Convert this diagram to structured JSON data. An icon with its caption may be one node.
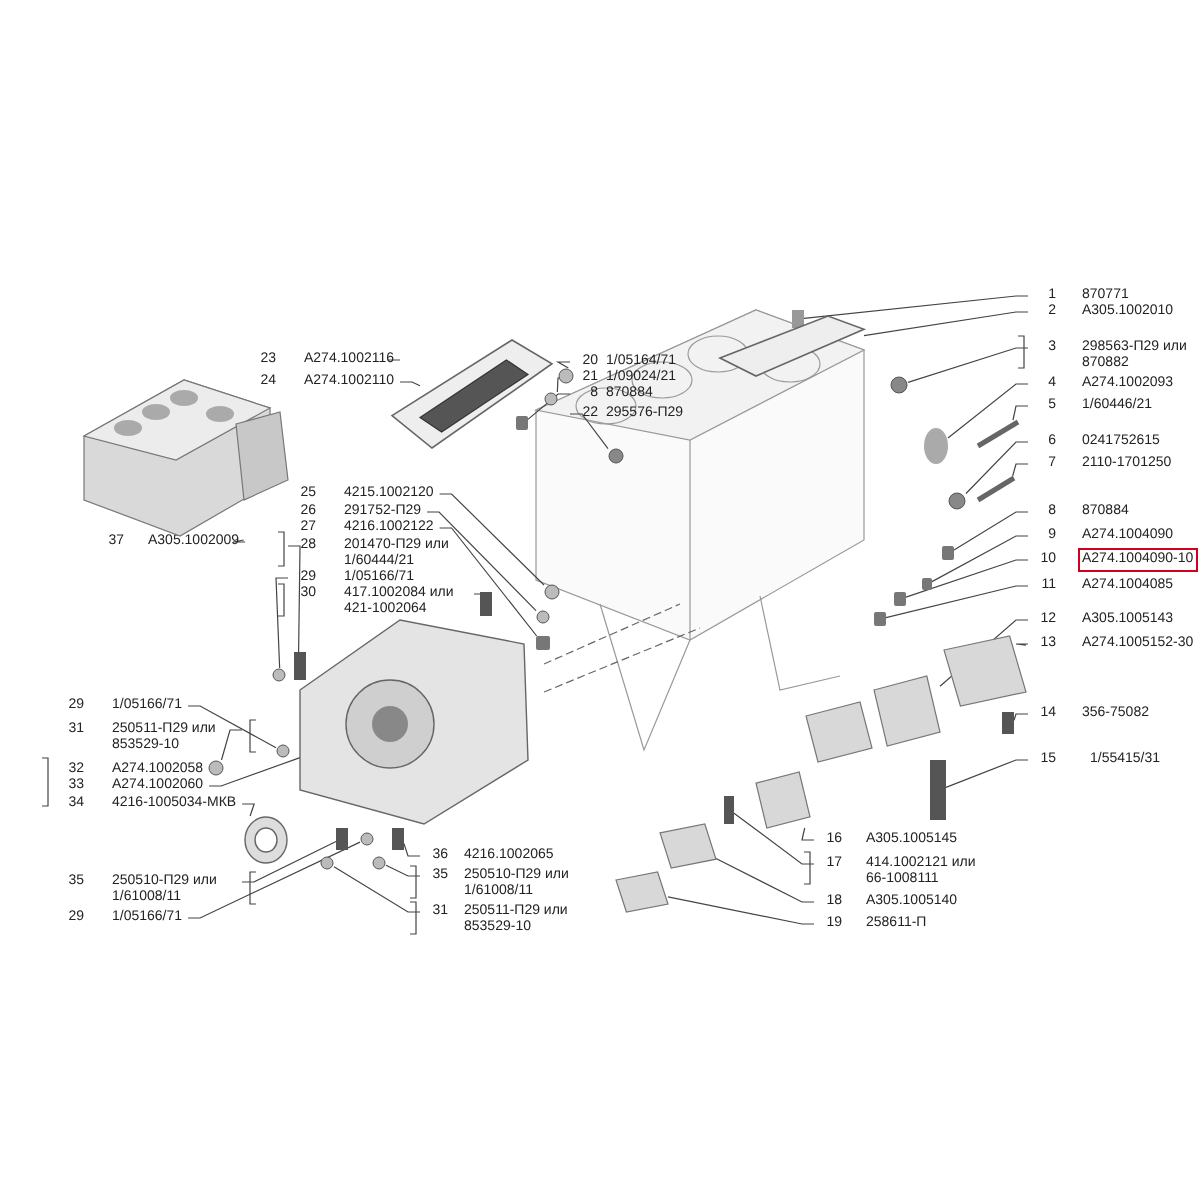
{
  "diagram": {
    "nodes": [
      {
        "text": [
          "1",
          "870771"
        ]
      },
      {
        "text": [
          "2",
          "A305.1002010"
        ]
      },
      {
        "text": [
          "3",
          "298563-П29 или 870882"
        ]
      },
      {
        "text": [
          "4",
          "A274.1002093"
        ]
      },
      {
        "text": [
          "5",
          "1/60446/21"
        ]
      },
      {
        "text": [
          "6",
          "0241752615"
        ]
      },
      {
        "text": [
          "7",
          "2110-1701250"
        ]
      },
      {
        "text": [
          "8",
          "870884"
        ]
      },
      {
        "text": [
          "9",
          "A274.1004090"
        ]
      },
      {
        "text": [
          "10",
          "A274.1004090-10"
        ]
      },
      {
        "text": [
          "11",
          "A274.1004085"
        ]
      },
      {
        "text": [
          "12",
          "A305.1005143"
        ]
      },
      {
        "text": [
          "13",
          "A274.1005152-30"
        ]
      },
      {
        "text": [
          "14",
          "356-75082"
        ]
      },
      {
        "text": [
          "15",
          "1/55415/31"
        ]
      },
      {
        "text": [
          "16",
          "A305.1005145"
        ]
      },
      {
        "text": [
          "17",
          "414.1002121 или 66-1008111"
        ]
      },
      {
        "text": [
          "18",
          "A305.1005140"
        ]
      },
      {
        "text": [
          "19",
          "258611-П"
        ]
      },
      {
        "text": [
          "20",
          "1/05164/71"
        ]
      },
      {
        "text": [
          "21",
          "1/09024/21"
        ]
      },
      {
        "text": [
          "8",
          "870884"
        ]
      },
      {
        "text": [
          "22",
          "295576-П29"
        ]
      },
      {
        "text": [
          "23",
          "A274.1002116"
        ]
      },
      {
        "text": [
          "24",
          "A274.1002110"
        ]
      },
      {
        "text": [
          "25",
          "4215.1002120"
        ]
      },
      {
        "text": [
          "26",
          "291752-П29"
        ]
      },
      {
        "text": [
          "27",
          "4216.1002122"
        ]
      },
      {
        "text": [
          "28",
          "201470-П29 или 1/60444/21"
        ]
      },
      {
        "text": [
          "29",
          "1/05166/71"
        ]
      },
      {
        "text": [
          "30",
          "417.1002084 или 421-1002064"
        ]
      },
      {
        "text": [
          "37",
          "A305.1002009"
        ]
      },
      {
        "text": [
          "29",
          "1/05166/71"
        ]
      },
      {
        "text": [
          "31",
          "250511-П29 или 853529-10"
        ]
      },
      {
        "text": [
          "32",
          "A274.1002058"
        ]
      },
      {
        "text": [
          "33",
          "A274.1002060"
        ]
      },
      {
        "text": [
          "34",
          "4216-1005034-МКВ"
        ]
      },
      {
        "text": [
          "35",
          "250510-П29 или 1/61008/11"
        ]
      },
      {
        "text": [
          "29",
          "1/05166/71"
        ]
      },
      {
        "text": [
          "36",
          "4216.1002065"
        ]
      },
      {
        "text": [
          "35",
          "250510-П29 или 1/61008/11"
        ]
      },
      {
        "text": [
          "31",
          "250511-П29 или 853529-10"
        ]
      },
      {
        "text": [],
        "shape": "box"
      },
      {
        "text": [],
        "shape": "picture"
      },
      {
        "text": [],
        "shape": "circle"
      },
      {
        "text": [],
        "shape": "circle"
      },
      {
        "text": [],
        "shape": "bar"
      },
      {
        "text": [],
        "shape": "circle"
      },
      {
        "text": [],
        "shape": "bar"
      },
      {
        "text": [],
        "shape": "box"
      },
      {
        "text": [],
        "shape": "box"
      },
      {
        "text": [],
        "shape": "box"
      },
      {
        "text": [],
        "shape": "box"
      },
      {
        "text": [],
        "shape": "picture"
      },
      {
        "text": [],
        "shape": "picture"
      },
      {
        "text": [],
        "shape": "box"
      },
      {
        "text": [],
        "shape": "box"
      },
      {
        "text": [],
        "shape": "picture"
      },
      {
        "text": [],
        "shape": "box"
      },
      {
        "text": [],
        "shape": "picture"
      },
      {
        "text": [],
        "shape": "picture"
      },
      {
        "text": [],
        "shape": "circle"
      },
      {
        "text": [],
        "shape": "circle"
      },
      {
        "text": [],
        "shape": "box"
      },
      {
        "text": [],
        "shape": "circle"
      },
      {
        "text": [],
        "shape": "picture"
      },
      {
        "text": [],
        "shape": "picture",
        "in": 65
      },
      {
        "text": [],
        "shape": "circle"
      },
      {
        "text": [],
        "shape": "circle"
      },
      {
        "text": [],
        "shape": "box"
      },
      {
        "text": [],
        "shape": "box"
      },
      {
        "text": [],
        "shape": "circle"
      },
      {
        "text": [],
        "shape": "box"
      },
      {
        "text": [],
        "shape": "picture"
      },
      {
        "text": [],
        "shape": "circle"
      },
      {
        "text": [],
        "shape": "circle"
      },
      {
        "text": [],
        "shape": "picture"
      },
      {
        "text": [],
        "shape": "circle"
      },
      {
        "text": [],
        "shape": "box"
      },
      {
        "text": [],
        "shape": "circle"
      },
      {
        "text": [],
        "shape": "box"
      },
      {
        "text": [],
        "shape": "circle"
      },
      {
        "text": [],
        "shape": "circle"
      }
    ],
    "edges": [
      {
        "from": 0,
        "to": 42,
        "arrow": "none"
      },
      {
        "from": 1,
        "to": 43,
        "arrow": "none"
      },
      {
        "from": 2,
        "to": 44,
        "arrow": "none"
      },
      {
        "from": 3,
        "to": 45,
        "arrow": "none"
      },
      {
        "from": 4,
        "to": 46,
        "arrow": "none"
      },
      {
        "from": 5,
        "to": 47,
        "arrow": "none"
      },
      {
        "from": 6,
        "to": 48,
        "arrow": "none"
      },
      {
        "from": 7,
        "to": 49,
        "arrow": "none"
      },
      {
        "from": 8,
        "to": 50,
        "arrow": "none"
      },
      {
        "from": 9,
        "to": 51,
        "arrow": "none"
      },
      {
        "from": 10,
        "to": 52,
        "arrow": "none"
      },
      {
        "from": 11,
        "to": 53,
        "arrow": "none"
      },
      {
        "from": 12,
        "to": 54,
        "arrow": "none"
      },
      {
        "from": 13,
        "to": 55,
        "arrow": "none"
      },
      {
        "from": 14,
        "to": 56,
        "arrow": "none"
      },
      {
        "from": 15,
        "to": 57,
        "arrow": "none"
      },
      {
        "from": 16,
        "to": 58,
        "arrow": "none"
      },
      {
        "from": 17,
        "to": 59,
        "arrow": "none"
      },
      {
        "from": 18,
        "to": 60,
        "arrow": "none"
      },
      {
        "from": 19,
        "to": 61,
        "arrow": "none"
      },
      {
        "from": 20,
        "to": 62,
        "arrow": "none"
      },
      {
        "from": 21,
        "to": 63,
        "arrow": "none"
      },
      {
        "from": 22,
        "to": 64,
        "arrow": "none"
      },
      {
        "from": 23,
        "to": 65,
        "arrow": "none"
      },
      {
        "from": 24,
        "to": 66,
        "arrow": "none"
      },
      {
        "from": 25,
        "to": 67,
        "arrow": "none"
      },
      {
        "from": 26,
        "to": 68,
        "arrow": "none"
      },
      {
        "from": 27,
        "to": 69,
        "arrow": "none"
      },
      {
        "from": 28,
        "to": 70,
        "arrow": "none"
      },
      {
        "from": 29,
        "to": 71,
        "arrow": "none"
      },
      {
        "from": 30,
        "to": 72,
        "arrow": "none"
      },
      {
        "from": 31,
        "to": 73,
        "arrow": "none"
      },
      {
        "from": 32,
        "to": 74,
        "arrow": "none"
      },
      {
        "from": 33,
        "to": 75,
        "arrow": "none"
      },
      {
        "from": 35,
        "to": 76,
        "arrow": "none"
      },
      {
        "from": 36,
        "to": 77,
        "arrow": "none"
      },
      {
        "from": 37,
        "to": 78,
        "arrow": "none"
      },
      {
        "from": 38,
        "to": 79,
        "arrow": "none"
      },
      {
        "from": 39,
        "to": 80,
        "arrow": "none"
      },
      {
        "from": 40,
        "to": 81,
        "arrow": "none"
      },
      {
        "from": 41,
        "to": 82,
        "arrow": "none"
      }
    ]
  }
}
